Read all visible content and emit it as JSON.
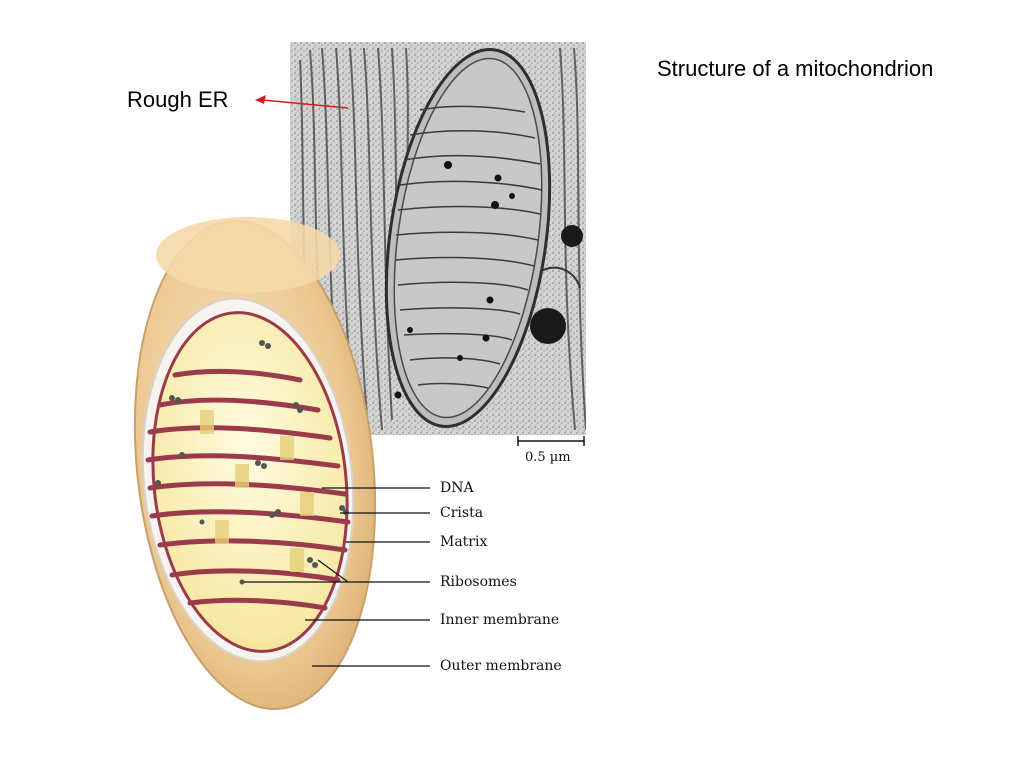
{
  "title": "Structure of a mitochondrion",
  "micrograph_label": "Rough ER",
  "scale_bar": "0.5 µm",
  "labels": {
    "dna": "DNA",
    "crista": "Crista",
    "matrix": "Matrix",
    "ribosomes": "Ribosomes",
    "inner_membrane": "Inner membrane",
    "outer_membrane": "Outer membrane"
  },
  "colors": {
    "arrow": "#d11f1f",
    "outer_membrane": "#e8c48c",
    "matrix": "#fbf1b8",
    "crista": "#9a3a4a"
  }
}
